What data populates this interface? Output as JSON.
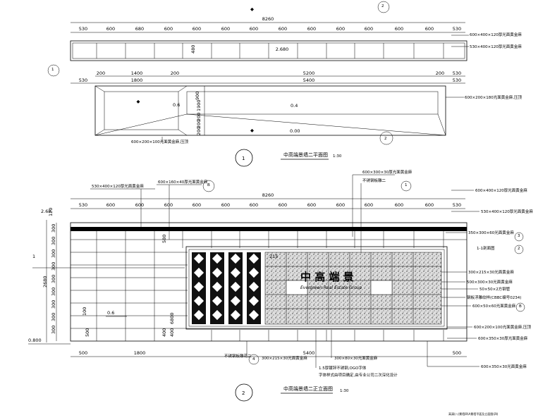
{
  "plan": {
    "total_width": "8260",
    "top_dims": [
      "530",
      "600",
      "680",
      "600",
      "600",
      "600",
      "600",
      "600",
      "600",
      "600",
      "600",
      "600",
      "600",
      "530"
    ],
    "level_main": "2.680",
    "height_480": "480",
    "mid_dims": [
      "200",
      "1400",
      "200",
      "5200",
      "200",
      "530"
    ],
    "low_dims": [
      "530",
      "1800",
      "5400",
      "530"
    ],
    "right_dims": [
      "900",
      "1900",
      "200",
      "200",
      "200"
    ],
    "level_06": "0.6",
    "level_04": "0.4",
    "level_000": "0.00",
    "note_r1": "600×400×120厚光面黄金麻",
    "note_r2": "530×400×120厚光面黄金麻",
    "note_r3": "600×200×180光面黄金麻,压顶",
    "note_bottom": "600×200×100光面黄金麻,压顶",
    "section_mark_1": "1",
    "section_mark_2": "2",
    "title": "中高端景墙二平面图",
    "scale": "1:30",
    "title_no": "1"
  },
  "elevation": {
    "total_width": "8260",
    "top_dims": [
      "530",
      "600",
      "600",
      "600",
      "600",
      "600",
      "600",
      "600",
      "600",
      "600",
      "600",
      "600",
      "600",
      "530"
    ],
    "bottom_dims": [
      "500",
      "1800",
      "5400",
      "500"
    ],
    "left_dims": [
      "120",
      "300",
      "300",
      "300",
      "300",
      "300",
      "300",
      "300",
      "300",
      "300"
    ],
    "height_total": "2680",
    "level_268": "2.68",
    "level_06": "0.6",
    "level_0800": "0.800",
    "dim_580": "580",
    "dim_100": "100",
    "dim_500": "500",
    "dim_400a": "400",
    "dim_400b": "400",
    "dim_215": "215",
    "dim_6800": "6800",
    "lettering": "中 高 端 景",
    "lettering_en": "Evergreen Real Estate Group",
    "note_tl1": "530×400×120厚光面黄金麻",
    "note_tl2": "600×160×40厚光面黄金麻",
    "note_top1": "600×300×30厚光面黄金麻",
    "note_top2": "不锈钢板雕二",
    "notes_right": [
      "600×400×120厚光面黄金麻",
      "530×400×120厚光面黄金麻",
      "350×300×60光面黄金麻",
      "1-1剖面图",
      "300×215×30光面黄金麻",
      "500×300×30光面黄金麻",
      "50×50×2方钢管",
      "钢板浮雕纹样(CBBC编号0234)",
      "600×50×60光面黄金麻",
      "600×200×100光面黄金麻,压顶",
      "600×350×30厚光面黄金麻",
      "600×350×30光面黄金麻"
    ],
    "note_b1": "不锈钢板雕花二",
    "note_b2": "300×215×30光面黄金麻",
    "note_b3": "300×80×30光面黄金麻",
    "note_b4": "1.5厚镀锌不锈钢,OGO字体",
    "note_b5": "字体样式由项目确定,由专业公司二次深化设计",
    "marker_1": "1",
    "marker_2": "2",
    "marker_3": "3",
    "marker_4": "4",
    "marker_B": "B",
    "title": "中高端景墙二正立面图",
    "scale": "1:30",
    "title_no": "2",
    "file_note": "高清(八)景墙四\\A景墙平面及立面图(四)"
  }
}
